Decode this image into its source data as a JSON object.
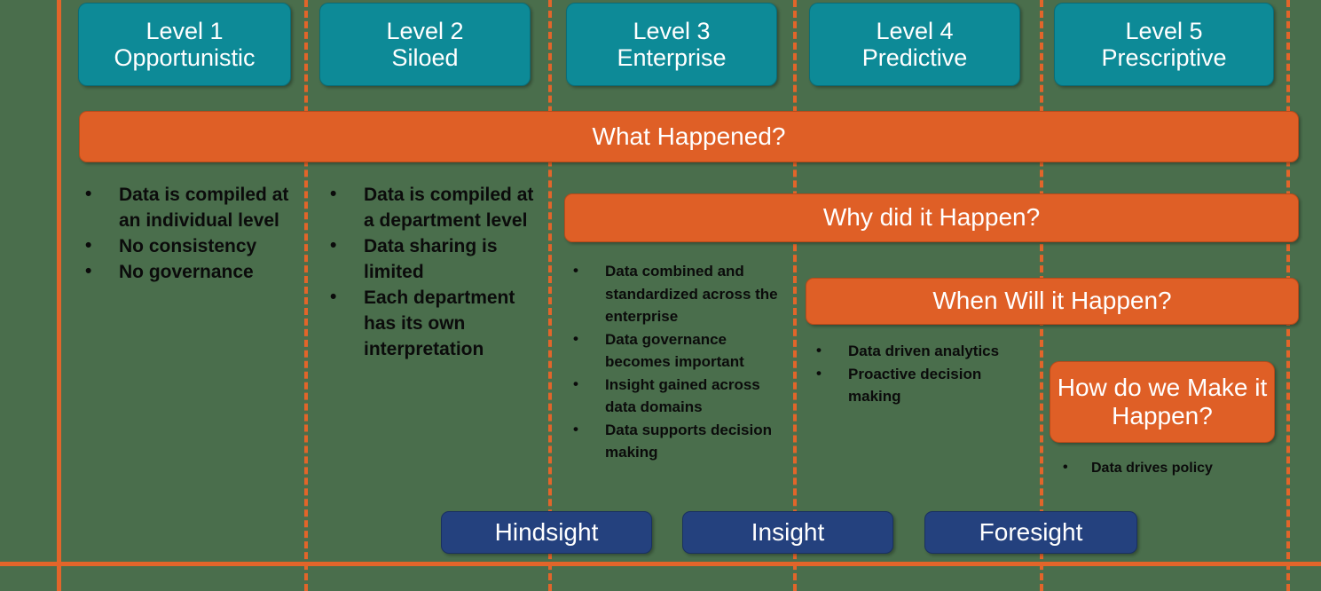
{
  "colors": {
    "background": "#4a6e4c",
    "teal": "#0d8a97",
    "orange": "#df5f26",
    "navy": "#24417e",
    "axis": "#e2652a",
    "text_dark": "#0b0b0b",
    "text_light": "#ffffff"
  },
  "levels": [
    {
      "number": "Level 1",
      "name": "Opportunistic"
    },
    {
      "number": "Level 2",
      "name": "Siloed"
    },
    {
      "number": "Level 3",
      "name": "Enterprise"
    },
    {
      "number": "Level 4",
      "name": "Predictive"
    },
    {
      "number": "Level 5",
      "name": "Prescriptive"
    }
  ],
  "question_bars": [
    {
      "label": "What Happened?"
    },
    {
      "label": "Why did it Happen?"
    },
    {
      "label": "When Will it Happen?"
    },
    {
      "label": "How do we Make it Happen?"
    }
  ],
  "footer_bars": [
    {
      "label": "Hindsight"
    },
    {
      "label": "Insight"
    },
    {
      "label": "Foresight"
    }
  ],
  "bullets": {
    "level1": [
      "Data is compiled at an individual level",
      "No consistency",
      "No governance"
    ],
    "level2": [
      "Data is compiled at a department level",
      "Data sharing is limited",
      "Each department has its own interpretation"
    ],
    "level3": [
      "Data combined and standardized across the enterprise",
      "Data governance becomes important",
      "Insight gained across data domains",
      "Data supports decision making"
    ],
    "level4": [
      "Data driven analytics",
      "Proactive decision making"
    ],
    "level5": [
      "Data drives policy"
    ]
  }
}
